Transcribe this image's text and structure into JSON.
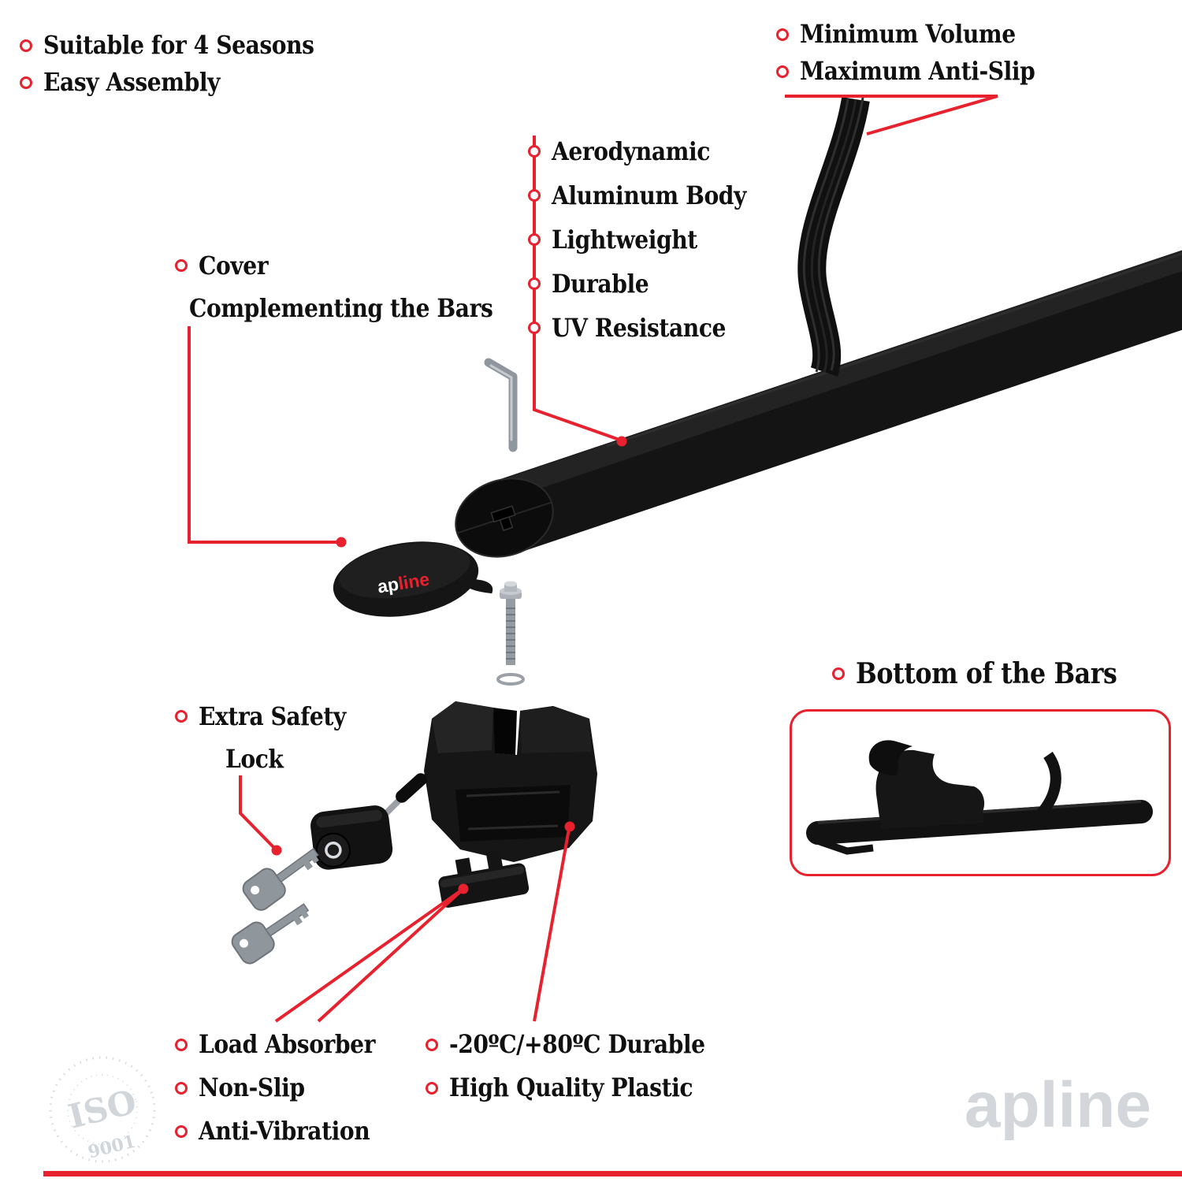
{
  "page": {
    "background": "#ffffff",
    "accent": "#e8212e",
    "text_color": "#101010",
    "watermark_color": "#d3d7db"
  },
  "callouts": {
    "top_left": {
      "items": [
        "Suitable for 4 Seasons",
        "Easy Assembly"
      ]
    },
    "top_right": {
      "items": [
        "Minimum Volume",
        "Maximum Anti-Slip"
      ]
    },
    "bar_features": {
      "items": [
        "Aerodynamic",
        "Aluminum Body",
        "Lightweight",
        "Durable",
        "UV Resistance"
      ]
    },
    "cover": {
      "line1": "Cover",
      "line2": "Complementing the Bars"
    },
    "safety_lock": {
      "line1": "Extra Safety",
      "line2": "Lock"
    },
    "bottom_of_bars": {
      "label": "Bottom of the Bars"
    },
    "bottom_left": {
      "items": [
        "Load Absorber",
        "Non-Slip",
        "Anti-Vibration"
      ]
    },
    "bottom_center": {
      "items": [
        "-20ºC/+80ºC Durable",
        "High Quality Plastic"
      ]
    }
  },
  "brand": {
    "logo_ap": "ap",
    "logo_line": "line",
    "watermark": "apline"
  },
  "certification": {
    "title": "ISO",
    "number": "9001"
  }
}
